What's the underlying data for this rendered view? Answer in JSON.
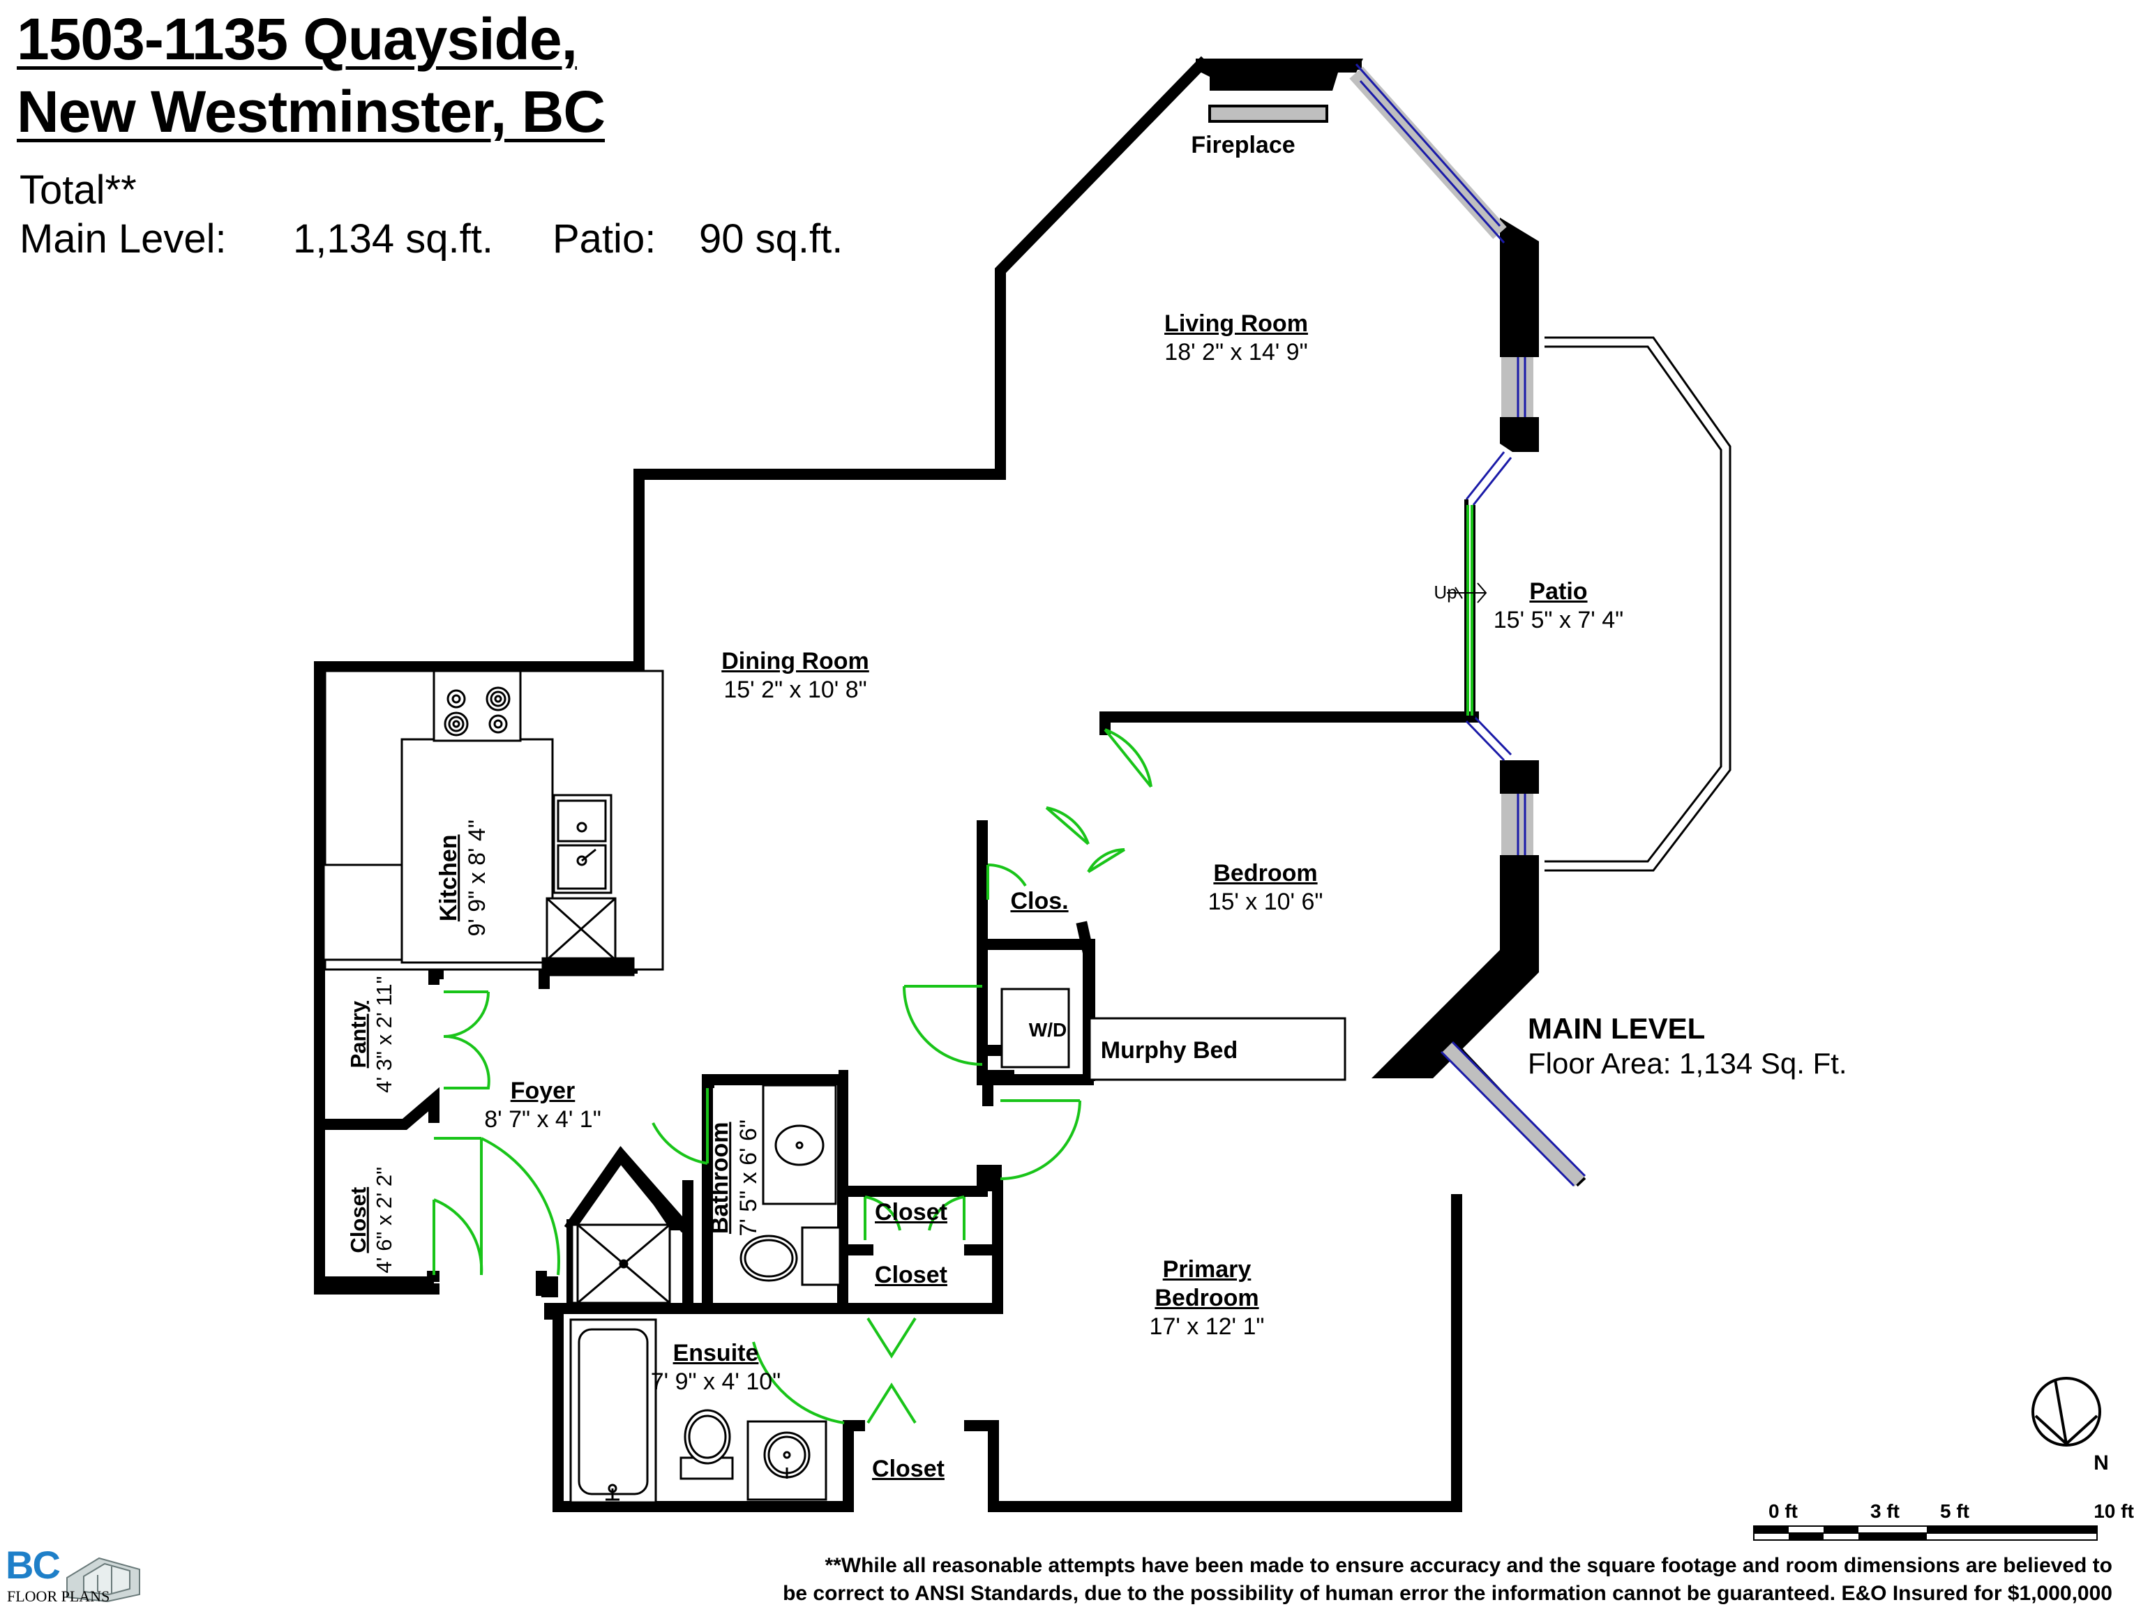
{
  "header": {
    "address_line1": "1503-1135 Quayside,",
    "address_line2": "New Westminster, BC",
    "total_label": "Total**",
    "main_level_label": "Main Level:",
    "main_level_area": "1,134 sq.ft.",
    "patio_label": "Patio:",
    "patio_area": "90 sq.ft."
  },
  "level": {
    "name": "MAIN LEVEL",
    "floor_area": "Floor Area: 1,134 Sq. Ft."
  },
  "rooms": {
    "living_room": {
      "name": "Living Room",
      "dims": "18' 2\" x 14' 9\""
    },
    "dining_room": {
      "name": "Dining Room",
      "dims": "15' 2\" x 10' 8\""
    },
    "patio": {
      "name": "Patio",
      "dims": "15' 5\" x 7' 4\""
    },
    "bedroom": {
      "name": "Bedroom",
      "dims": "15' x 10' 6\""
    },
    "kitchen": {
      "name": "Kitchen",
      "dims": "9' 9\" x 8' 4\""
    },
    "pantry": {
      "name": "Pantry",
      "dims": "4' 3\" x 2' 11\""
    },
    "foyer": {
      "name": "Foyer",
      "dims": "8' 7\" x 4' 1\""
    },
    "closet_entry": {
      "name": "Closet",
      "dims": "4' 6\" x 2' 2\""
    },
    "bathroom": {
      "name": "Bathroom",
      "dims": "7' 5\" x 6' 6\""
    },
    "ensuite": {
      "name": "Ensuite",
      "dims": "7' 9\" x 4' 10\""
    },
    "primary_bedroom": {
      "name_line1": "Primary",
      "name_line2": "Bedroom",
      "dims": "17' x 12' 1\""
    }
  },
  "labels": {
    "fireplace": "Fireplace",
    "up": "Up",
    "clos": "Clos.",
    "wd": "W/D",
    "murphy_bed": "Murphy Bed",
    "closet_a": "Closet",
    "closet_b": "Closet",
    "closet_c": "Closet"
  },
  "compass": {
    "north": "N"
  },
  "scale": {
    "ticks": [
      "0 ft",
      "3 ft",
      "5 ft",
      "10 ft"
    ]
  },
  "disclaimer": {
    "line1": "**While all reasonable attempts have been made to ensure accuracy and the square footage and room dimensions are believed to",
    "line2": "be correct to ANSI Standards, due to the possibility of human error the information cannot be guaranteed. E&O Insured for $1,000,000"
  },
  "logo": {
    "mark": "BC",
    "text": "FLOOR PLANS"
  },
  "colors": {
    "wall": "#000000",
    "window_glass": "#1a1aa8",
    "window_sill": "#bfbfbf",
    "door_swing": "#19c419",
    "background": "#ffffff"
  }
}
